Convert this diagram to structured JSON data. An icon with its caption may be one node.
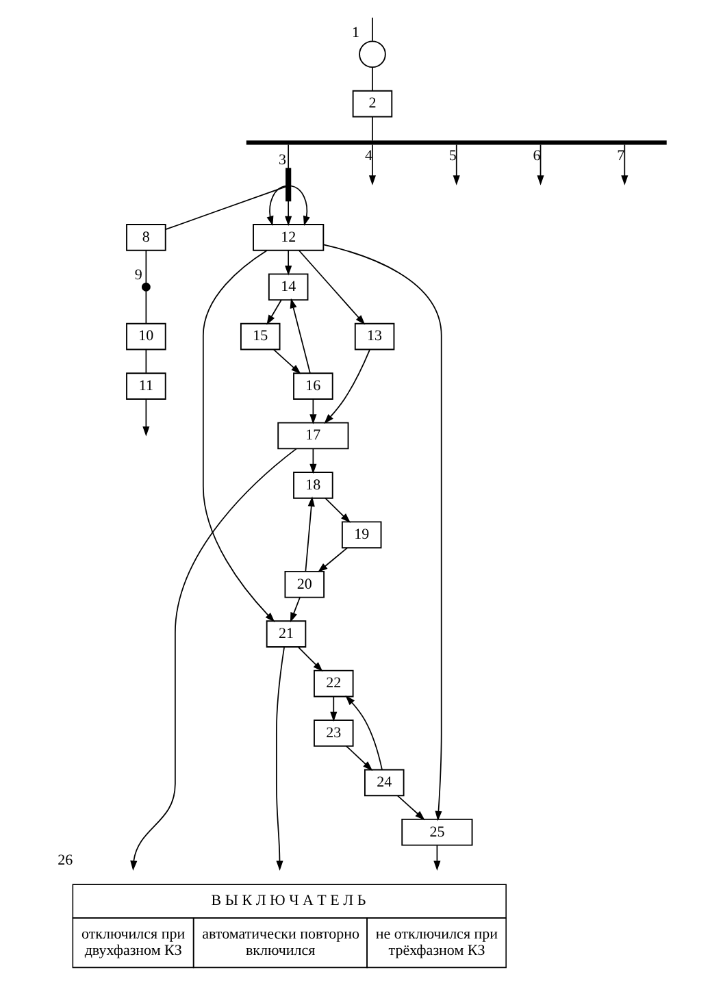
{
  "diagram": {
    "nodes": [
      {
        "text": [],
        "shape": "circle",
        "beside": [
          "1"
        ]
      },
      {
        "text": [
          "2"
        ]
      },
      {
        "text": [],
        "shape": "bar"
      },
      {
        "text": [],
        "shape": "bar",
        "beside": [
          "3"
        ]
      },
      {
        "text": [
          "8"
        ]
      },
      {
        "text": [],
        "shape": "circle",
        "beside": [
          "9"
        ]
      },
      {
        "text": [
          "10"
        ]
      },
      {
        "text": [
          "11"
        ]
      },
      {
        "text": [
          "12"
        ]
      },
      {
        "text": [
          "13"
        ]
      },
      {
        "text": [
          "14"
        ]
      },
      {
        "text": [
          "15"
        ]
      },
      {
        "text": [
          "16"
        ]
      },
      {
        "text": [
          "17"
        ]
      },
      {
        "text": [
          "18"
        ]
      },
      {
        "text": [
          "19"
        ]
      },
      {
        "text": [
          "20"
        ]
      },
      {
        "text": [
          "21"
        ]
      },
      {
        "text": [
          "22"
        ]
      },
      {
        "text": [
          "23"
        ]
      },
      {
        "text": [
          "24"
        ]
      },
      {
        "text": [
          "25"
        ]
      },
      {
        "text": [
          "В Ы К Л Ю Ч А Т Е Л Ь",
          "отключился при двухфазном КЗ",
          "автоматически повторно включился",
          "не отключился при трёхфазном КЗ"
        ],
        "beside": [
          "26"
        ]
      }
    ],
    "edges": [
      {
        "from": null,
        "to": 0,
        "arrow": "none"
      },
      {
        "from": 0,
        "to": 1,
        "arrow": "none"
      },
      {
        "from": 1,
        "to": 2,
        "arrow": "none"
      },
      {
        "from": 2,
        "to": 3,
        "arrow": "none"
      },
      {
        "from": 2,
        "to": null,
        "arrow": "to",
        "label": "4"
      },
      {
        "from": 2,
        "to": null,
        "arrow": "to",
        "label": "5"
      },
      {
        "from": 2,
        "to": null,
        "arrow": "to",
        "label": "6"
      },
      {
        "from": 2,
        "to": null,
        "arrow": "to",
        "label": "7"
      },
      {
        "from": 3,
        "to": 4,
        "arrow": "none"
      },
      {
        "from": 3,
        "to": 8,
        "arrow": "to"
      },
      {
        "from": 3,
        "to": 8,
        "arrow": "to"
      },
      {
        "from": 3,
        "to": 8,
        "arrow": "to"
      },
      {
        "from": 4,
        "to": 5,
        "arrow": "none"
      },
      {
        "from": 5,
        "to": 6,
        "arrow": "none"
      },
      {
        "from": 6,
        "to": 7,
        "arrow": "none"
      },
      {
        "from": 7,
        "to": null,
        "arrow": "to"
      },
      {
        "from": 8,
        "to": 9,
        "arrow": "to"
      },
      {
        "from": 8,
        "to": 10,
        "arrow": "to"
      },
      {
        "from": 8,
        "to": 17,
        "arrow": "to"
      },
      {
        "from": 8,
        "to": 21,
        "arrow": "to"
      },
      {
        "from": 9,
        "to": 13,
        "arrow": "to"
      },
      {
        "from": 10,
        "to": 11,
        "arrow": "to"
      },
      {
        "from": 11,
        "to": 12,
        "arrow": "to"
      },
      {
        "from": 12,
        "to": 13,
        "arrow": "to"
      },
      {
        "from": 12,
        "to": 10,
        "arrow": "to"
      },
      {
        "from": 13,
        "to": 14,
        "arrow": "to"
      },
      {
        "from": 13,
        "to": 22,
        "arrow": "to"
      },
      {
        "from": 14,
        "to": 15,
        "arrow": "to"
      },
      {
        "from": 15,
        "to": 16,
        "arrow": "to"
      },
      {
        "from": 16,
        "to": 17,
        "arrow": "to"
      },
      {
        "from": 16,
        "to": 14,
        "arrow": "to"
      },
      {
        "from": 17,
        "to": 18,
        "arrow": "to"
      },
      {
        "from": 17,
        "to": 22,
        "arrow": "to"
      },
      {
        "from": 18,
        "to": 19,
        "arrow": "to"
      },
      {
        "from": 19,
        "to": 20,
        "arrow": "to"
      },
      {
        "from": 20,
        "to": 21,
        "arrow": "to"
      },
      {
        "from": 20,
        "to": 18,
        "arrow": "to"
      },
      {
        "from": 21,
        "to": 22,
        "arrow": "to"
      }
    ]
  }
}
